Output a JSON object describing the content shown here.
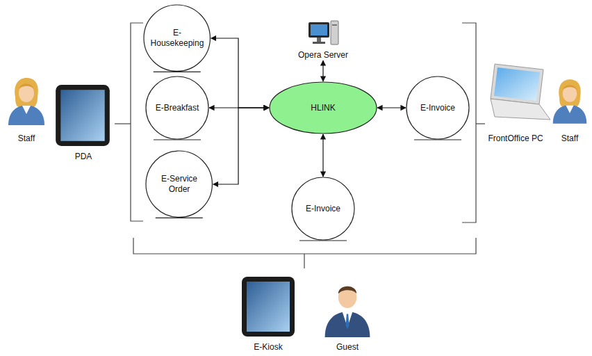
{
  "diagram": {
    "nodes": [
      {
        "text": [
          "E- Housekeeping"
        ]
      },
      {
        "text": [
          "E-Breakfast"
        ]
      },
      {
        "text": [
          "E-Service Order"
        ]
      },
      {
        "text": [
          "Opera Server"
        ]
      },
      {
        "text": [
          "HLINK"
        ]
      },
      {
        "text": [
          "E-Invoice"
        ]
      },
      {
        "text": [
          "E-Invoice"
        ]
      }
    ],
    "edges": [
      {
        "from": 0,
        "to": 4,
        "arrow": "both"
      },
      {
        "from": 1,
        "to": 4,
        "arrow": "both"
      },
      {
        "from": 2,
        "to": 4,
        "arrow": "both"
      },
      {
        "from": 4,
        "to": 3,
        "arrow": "both"
      },
      {
        "from": 4,
        "to": 5,
        "arrow": "both"
      },
      {
        "from": 4,
        "to": 6,
        "arrow": "both"
      }
    ],
    "labels": [
      "Staff",
      "PDA",
      "FrontOffice PC",
      "Staff",
      "E-Kiosk",
      "Guest"
    ]
  }
}
